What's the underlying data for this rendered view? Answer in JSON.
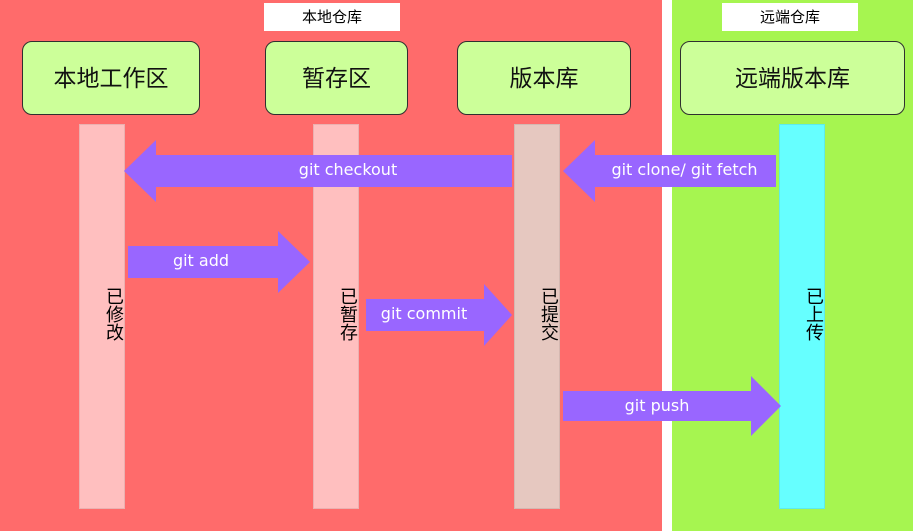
{
  "regions": {
    "local": {
      "label": "本地仓库",
      "color": "#ff6b6b"
    },
    "remote": {
      "label": "远端仓库",
      "color": "#a6f550"
    }
  },
  "boxes": {
    "working_dir": "本地工作区",
    "staging": "暂存区",
    "local_repo": "版本库",
    "remote_repo": "远端版本库"
  },
  "lanes": {
    "modified": "已修改",
    "staged": "已暂存",
    "committed": "已提交",
    "uploaded": "已上传"
  },
  "arrows": {
    "checkout": "git checkout",
    "clone_fetch": "git clone/ git  fetch",
    "add": "git add",
    "commit": "git commit",
    "push": "git push"
  },
  "colors": {
    "box_fill": "#ccff99",
    "arrow_fill": "#9966ff",
    "lane_light": "#ffbfbf",
    "lane_commit": "#e6c8c0",
    "lane_remote": "#66ffff"
  }
}
